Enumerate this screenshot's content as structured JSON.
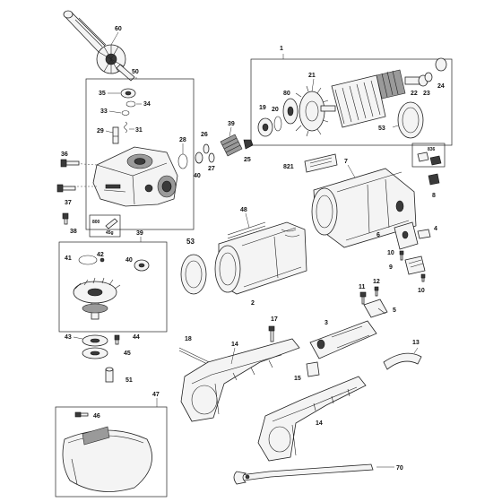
{
  "callouts": {
    "c1": "1",
    "c2": "2",
    "c3": "3",
    "c4": "4",
    "c5": "5",
    "c6": "6",
    "c7": "7",
    "c8": "8",
    "c9": "9",
    "c10a": "10",
    "c10b": "10",
    "c11": "11",
    "c12": "12",
    "c13": "13",
    "c14a": "14",
    "c14b": "14",
    "c15": "15",
    "c17": "17",
    "c18": "18",
    "c19": "19",
    "c20": "20",
    "c21": "21",
    "c22": "22",
    "c23": "23",
    "c24": "24",
    "c25": "25",
    "c26": "26",
    "c27": "27",
    "c28": "28",
    "c29": "29",
    "c31": "31",
    "c33": "33",
    "c34": "34",
    "c35": "35",
    "c36": "36",
    "c37": "37",
    "c38": "38",
    "c39a": "39",
    "c39b": "39",
    "c40a": "40",
    "c40b": "40",
    "c41": "41",
    "c42": "42",
    "c43": "43",
    "c44": "44",
    "c45": "45",
    "c46": "46",
    "c47": "47",
    "c48": "48",
    "c50": "50",
    "c51": "51",
    "c53a": "53",
    "c53b": "53",
    "c60": "60",
    "c70": "70",
    "c80": "80",
    "c800": "800",
    "c821": "821",
    "c836": "836"
  },
  "grease_label": "45g",
  "colors": {
    "line": "#222222",
    "fill": "#f4f4f4",
    "shade": "#9a9a9a",
    "dark": "#3a3a3a"
  }
}
